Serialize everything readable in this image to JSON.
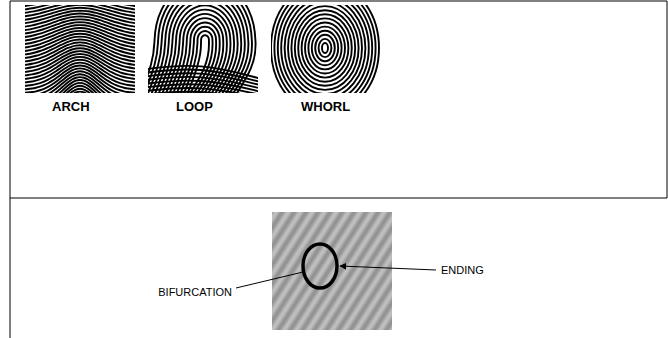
{
  "diagram": {
    "labels": [
      "ARCH",
      "LOOP",
      "WHORL",
      "BIFURCATION",
      "ENDING"
    ]
  }
}
